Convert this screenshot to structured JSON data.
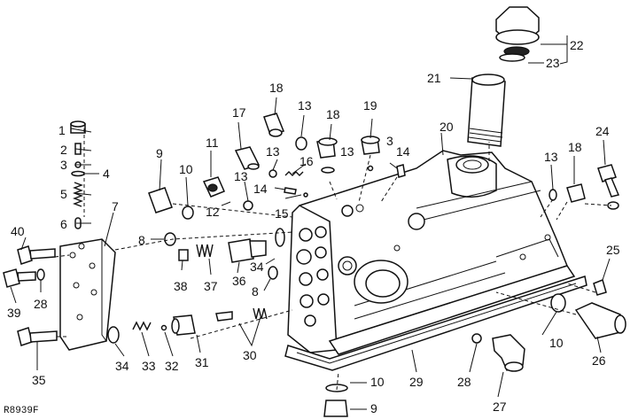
{
  "reference_code": "R8939F",
  "callouts": [
    "1",
    "2",
    "3",
    "4",
    "5",
    "6",
    "7",
    "8",
    "9",
    "10",
    "11",
    "12",
    "13",
    "14",
    "15",
    "16",
    "17",
    "18",
    "19",
    "20",
    "21",
    "22",
    "23",
    "24",
    "25",
    "26",
    "27",
    "28",
    "29",
    "30",
    "31",
    "32",
    "33",
    "34",
    "35",
    "36",
    "37",
    "38",
    "39",
    "40"
  ],
  "icons": [
    "housing",
    "plug",
    "spring",
    "washer",
    "bolt",
    "fitting",
    "gasket",
    "cap"
  ]
}
